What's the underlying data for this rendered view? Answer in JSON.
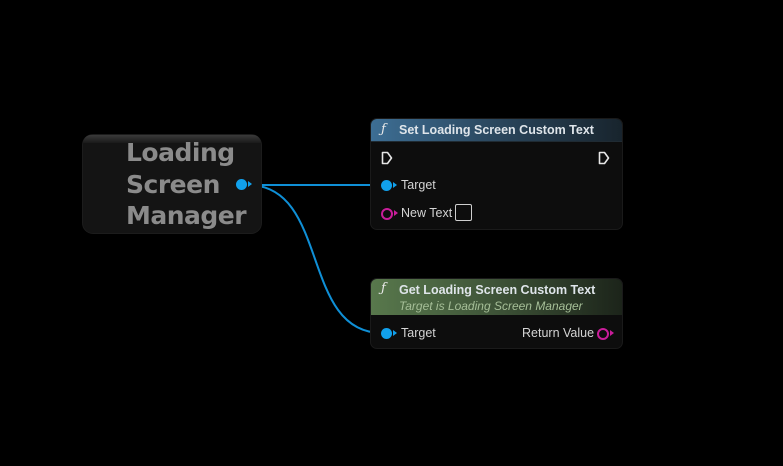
{
  "colors": {
    "background": "#000000",
    "object_pin": "#11a1ec",
    "text_pin": "#c91d9a",
    "set_header": "#3d6e94",
    "get_header": "#58784c"
  },
  "variable_node": {
    "title": "Loading Screen Manager"
  },
  "set_node": {
    "icon": "function-icon",
    "title": "Set Loading Screen Custom Text",
    "target_label": "Target",
    "new_text_label": "New Text",
    "new_text_value": ""
  },
  "get_node": {
    "icon": "function-icon",
    "title": "Get Loading Screen Custom Text",
    "subtitle": "Target is Loading Screen Manager",
    "target_label": "Target",
    "return_label": "Return Value"
  }
}
